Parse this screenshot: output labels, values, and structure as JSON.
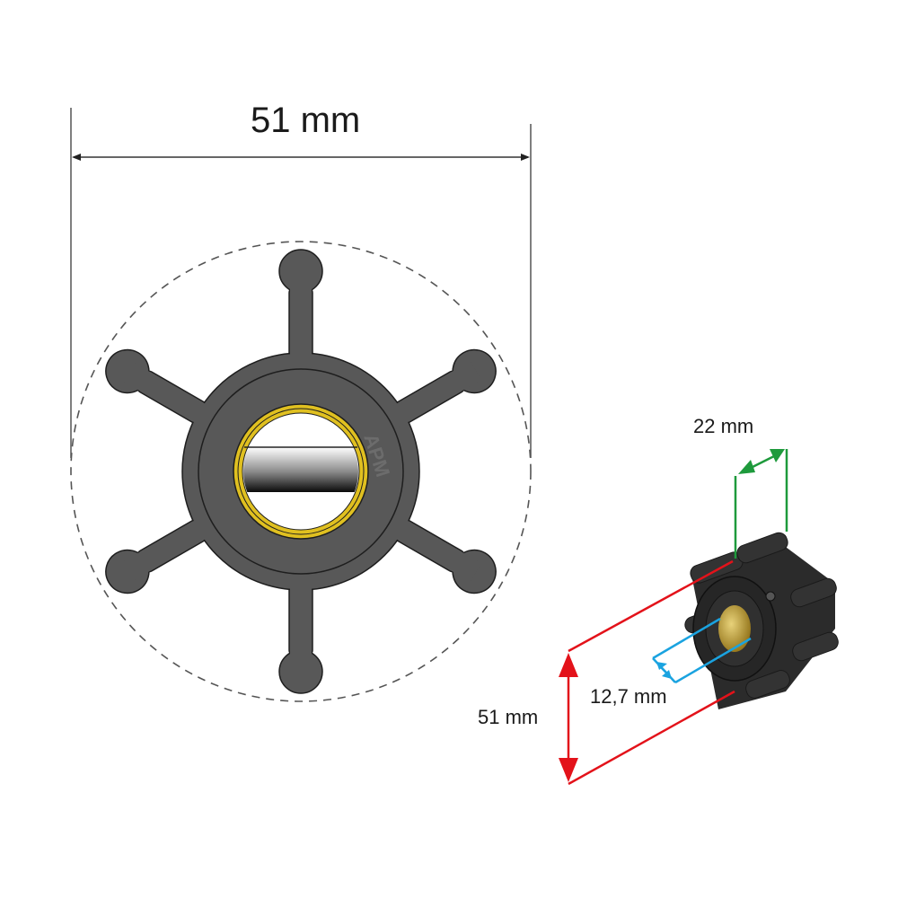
{
  "front_view": {
    "diameter_label": "51 mm",
    "brand_mark": "APM",
    "blade_count": 6
  },
  "iso_view": {
    "width_label": "22 mm",
    "shaft_label": "12,7 mm",
    "height_label": "51 mm"
  },
  "colors": {
    "rubber": "#585858",
    "outline": "#1e1e1e",
    "bushing": "#e0c020",
    "green_dim": "#1e9a3c",
    "red_dim": "#e3121a",
    "blue_dim": "#1aa3e0"
  }
}
